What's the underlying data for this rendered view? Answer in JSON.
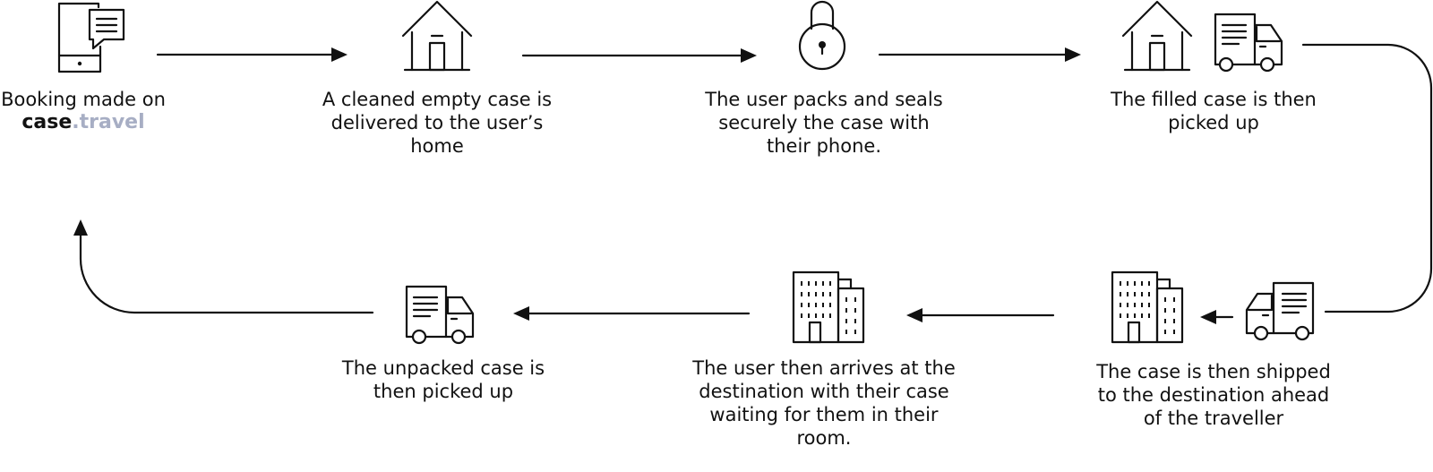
{
  "colors": {
    "ink": "#111111",
    "brand_accent": "#a7aec4"
  },
  "steps": [
    {
      "id": "booking",
      "icon": "phone-chat-icon",
      "lines": [
        "Booking made on"
      ],
      "brand": {
        "part1": "case",
        "part2": ".travel"
      }
    },
    {
      "id": "delivery",
      "icon": "house-icon",
      "lines": [
        "A cleaned empty case is",
        "delivered to the user’s",
        "home"
      ]
    },
    {
      "id": "seal",
      "icon": "padlock-icon",
      "lines": [
        "The user packs and seals",
        "securely the case with",
        "their phone."
      ]
    },
    {
      "id": "pickup",
      "icon": "house-truck-icon",
      "lines": [
        "The filled case is then",
        "picked up"
      ]
    },
    {
      "id": "shipping",
      "icon": "building-truck-icon",
      "lines": [
        "The case is then shipped",
        "to the destination ahead",
        "of the traveller"
      ]
    },
    {
      "id": "arrival",
      "icon": "building-icon",
      "lines": [
        "The user then arrives at the",
        "destination with their case",
        "waiting for them in their",
        "room."
      ]
    },
    {
      "id": "return",
      "icon": "truck-icon",
      "lines": [
        "The unpacked case is",
        "then picked up"
      ]
    }
  ]
}
